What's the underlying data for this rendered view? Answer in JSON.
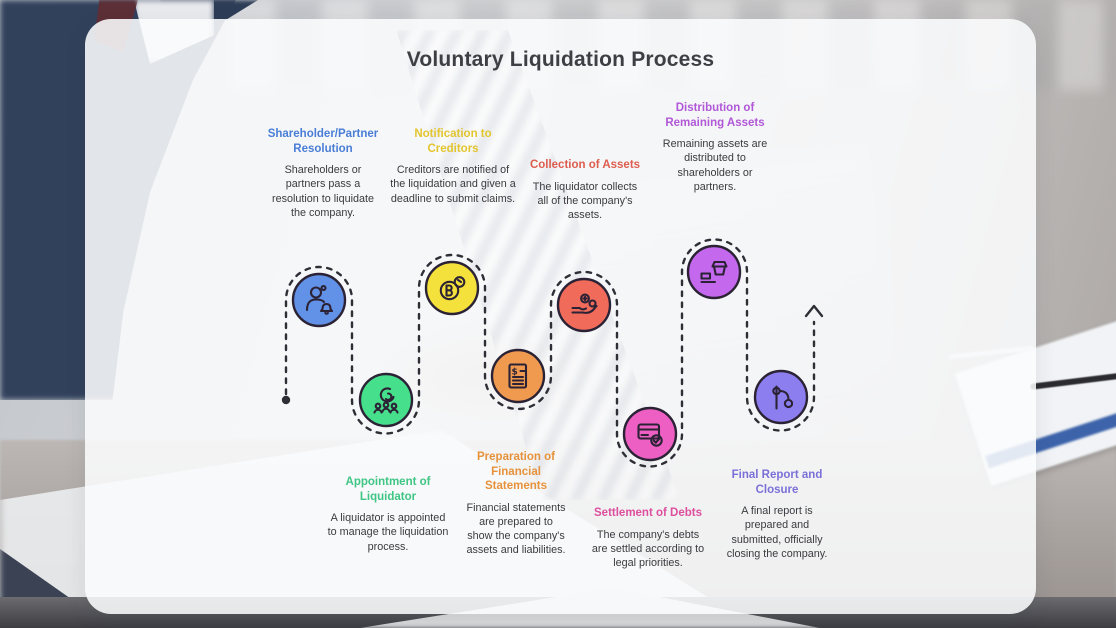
{
  "title": "Voluntary Liquidation Process",
  "flow": {
    "path_color": "#2e2e36",
    "circle_border_color": "#2b2335",
    "start_marker": "dot",
    "end_marker": "up-arrow"
  },
  "steps": [
    {
      "order": 1,
      "title": "Shareholder/Partner Resolution",
      "description": "Shareholders or partners pass a resolution to liquidate the company.",
      "title_color": "#4a7ed6",
      "circle_color": "#6292e8",
      "icon": "person-bell-icon",
      "row": "top"
    },
    {
      "order": 2,
      "title": "Appointment of Liquidator",
      "description": "A liquidator is appointed to manage the liquidation process.",
      "title_color": "#3fc584",
      "circle_color": "#46df8c",
      "icon": "speaker-audience-icon",
      "row": "bottom"
    },
    {
      "order": 3,
      "title": "Notification to Creditors",
      "description": "Creditors are notified of the liquidation and given a deadline to submit claims.",
      "title_color": "#e3c52f",
      "circle_color": "#f4e13c",
      "icon": "coins-icon",
      "row": "top"
    },
    {
      "order": 4,
      "title": "Preparation of Financial Statements",
      "description": "Financial statements are prepared to show the company's assets and liabilities.",
      "title_color": "#e6923c",
      "circle_color": "#f09a50",
      "icon": "financial-document-icon",
      "row": "bottom"
    },
    {
      "order": 5,
      "title": "Collection of Assets",
      "description": "The liquidator collects all of the company's assets.",
      "title_color": "#dd5d4e",
      "circle_color": "#f16b5b",
      "icon": "hand-coins-icon",
      "row": "top"
    },
    {
      "order": 6,
      "title": "Settlement of Debts",
      "description": "The company's debts are settled according to legal priorities.",
      "title_color": "#dd4f9e",
      "circle_color": "#ee5fc4",
      "icon": "card-check-icon",
      "row": "bottom"
    },
    {
      "order": 7,
      "title": "Distribution of Remaining Assets",
      "description": "Remaining assets are distributed to shareholders or partners.",
      "title_color": "#b158d8",
      "circle_color": "#c468ee",
      "icon": "giving-box-icon",
      "row": "top"
    },
    {
      "order": 8,
      "title": "Final Report and Closure",
      "description": "A final report is prepared and submitted, officially closing the company.",
      "title_color": "#7a70d8",
      "circle_color": "#8d7ef0",
      "icon": "milestone-branch-icon",
      "row": "bottom"
    }
  ]
}
